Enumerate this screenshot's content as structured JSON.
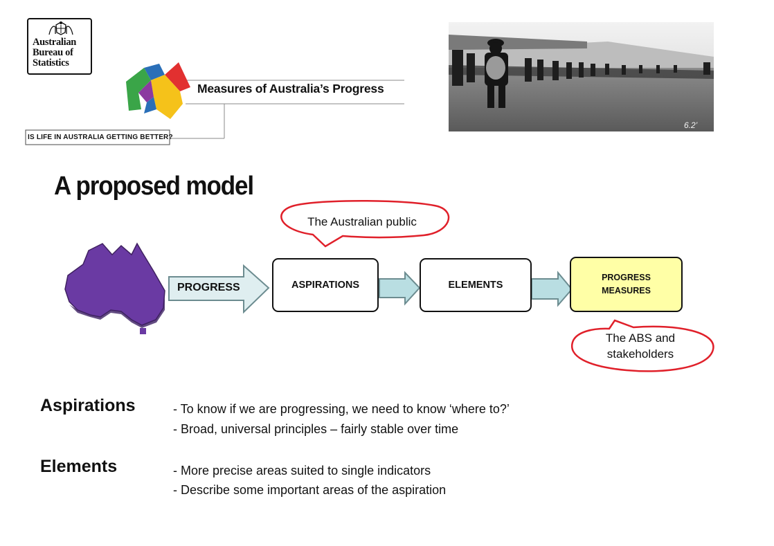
{
  "abs_logo": {
    "lines": [
      "Australian",
      "Bureau of",
      "Statistics"
    ]
  },
  "map_logo": {
    "title": "Measures of Australia’s Progress",
    "tagline": "IS LIFE IN AUSTRALIA GETTING BETTER?",
    "colors": {
      "blue": "#2a6fb8",
      "red": "#e23030",
      "green": "#3aa548",
      "yellow": "#f5c21a",
      "purple": "#8b3aa0"
    }
  },
  "photo": {
    "mark": "6.2’"
  },
  "slide": {
    "title": "A proposed model"
  },
  "diagram": {
    "progress_arrow_label": "PROGRESS",
    "nodes": {
      "aspirations": "ASPIRATIONS",
      "elements": "ELEMENTS",
      "measures": [
        "PROGRESS",
        "MEASURES"
      ]
    },
    "callouts": {
      "public": "The Australian public",
      "abs": [
        "The ABS and",
        "stakeholders"
      ]
    },
    "colors": {
      "australia": "#6a3aa3",
      "arrow_fill": "#b9dee2",
      "arrow_stroke": "#6c8c90",
      "measures_fill": "#ffffa6",
      "callout_stroke": "#e0202a"
    }
  },
  "content": {
    "aspirations": {
      "heading": "Aspirations",
      "points": [
        "- To know if we are progressing, we need to know ‘where to?’",
        "- Broad, universal principles – fairly stable over time"
      ]
    },
    "elements": {
      "heading": "Elements",
      "points": [
        "- More precise areas suited to single indicators",
        "- Describe some important areas of the aspiration"
      ]
    }
  }
}
